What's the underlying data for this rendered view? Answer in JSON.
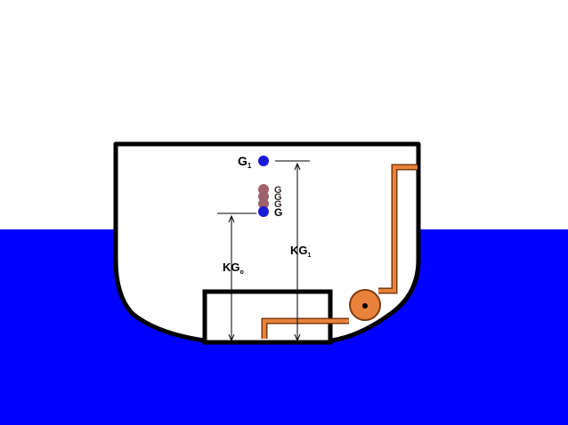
{
  "diagram": {
    "labels": {
      "g1": "G",
      "g1_sub": "1",
      "g_stack": [
        "G",
        "G",
        "G",
        "G"
      ],
      "kg1": "KG",
      "kg1_sub": "1",
      "kgo": "KG",
      "kgo_sub": "o"
    },
    "colors": {
      "sea": "#0000ff",
      "hull": "#000000",
      "pipe": "#e8823a",
      "pump": "#e8823a",
      "g_point": "#1a1ad9",
      "g_shift_point": "#a0626a",
      "background": "#ffffff"
    },
    "icons": {
      "pump": "pump-icon",
      "pipe": "pipe-icon"
    }
  }
}
